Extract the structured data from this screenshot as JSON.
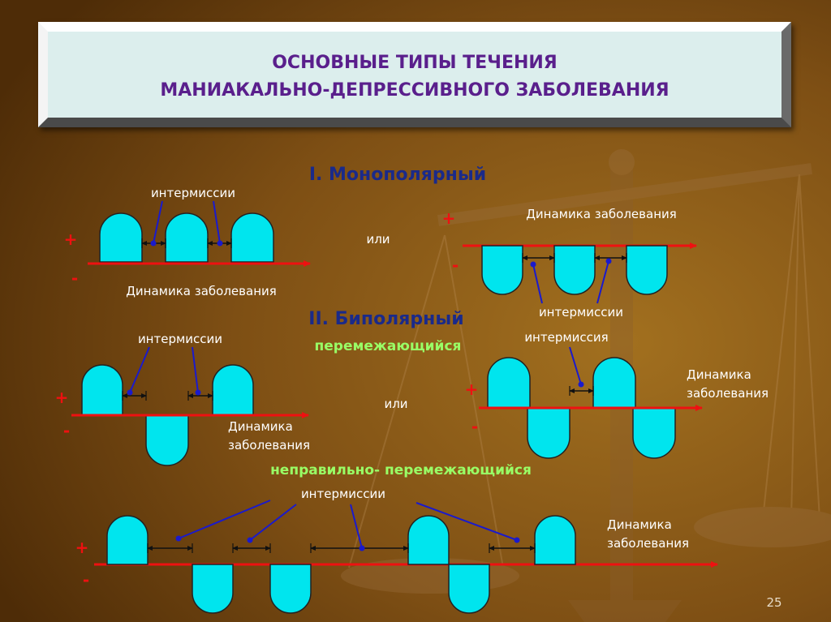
{
  "title": {
    "line1": "ОСНОВНЫЕ ТИПЫ ТЕЧЕНИЯ",
    "line2": "МАНИАКАЛЬНО-ДЕПРЕССИВНОГО ЗАБОЛЕВАНИЯ"
  },
  "sections": {
    "monopolar": "I. Монополярный",
    "bipolar": "II. Биполярный",
    "intermittent": "перемежающийся",
    "irregular": "неправильно- перемежающийся"
  },
  "labels": {
    "intermissions": "интермиссии",
    "intermission": "интермиссия",
    "dynamics": "Динамика заболевания",
    "dynamics_line1": "Динамика",
    "dynamics_line2": "заболевания",
    "or": "или",
    "plus": "+",
    "minus": "-"
  },
  "page_number": "25",
  "colors": {
    "background": "#7a4a12",
    "phase_fill": "#00e5ee",
    "axis": "#ee1111",
    "leader": "#1a1acc",
    "section_title": "#1a2a8a",
    "subtitle_green": "#99ff66",
    "sign": "#ee1111"
  }
}
